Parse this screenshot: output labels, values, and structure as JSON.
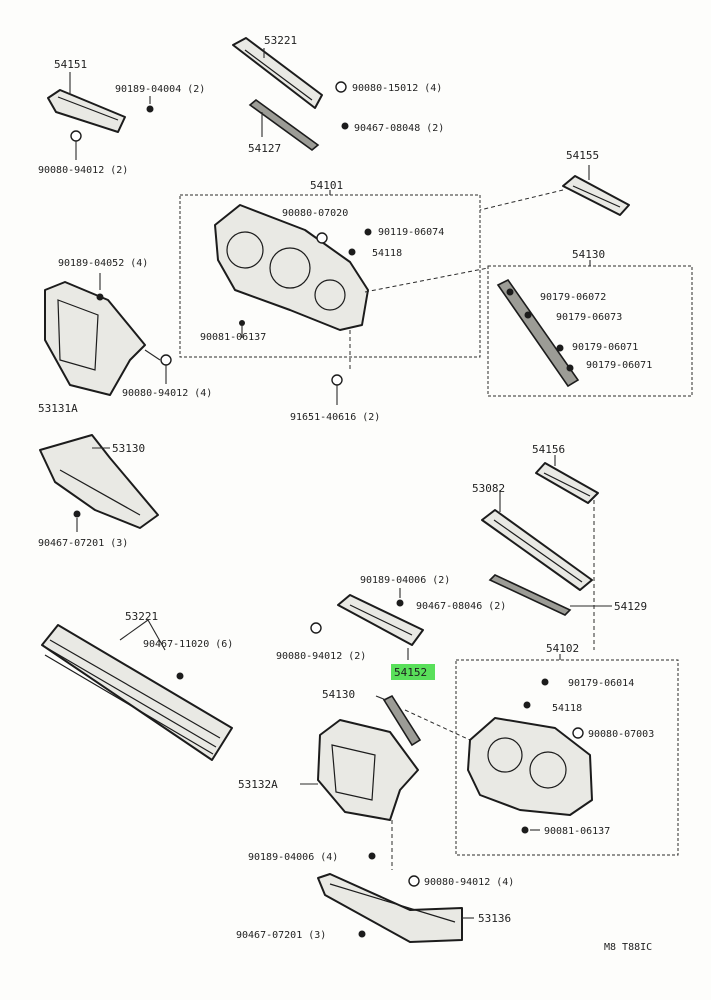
{
  "labels": {
    "p54151": "54151",
    "p90189_a": "90189-04004 (2)",
    "p90080_a": "90080-94012 (2)",
    "p53221": "53221",
    "p90080_b": "90080-15012 (4)",
    "p90467_a": "90467-08048 (2)",
    "p54127": "54127",
    "p54155": "54155",
    "p54101": "54101",
    "p90080_c": "90080-07020",
    "p90119": "90119-06074",
    "p54118_a": "54118",
    "p90189_b": "90189-04052 (4)",
    "p54130_a": "54130",
    "p90179_a": "90179-06072",
    "p90179_b": "90179-06073",
    "p90179_c": "90179-06071",
    "p90179_d": "90179-06071",
    "p90081": "90081-06137",
    "p90080_d": "90080-94012 (4)",
    "p53131A_a": "53131A",
    "p91651": "91651-40616 (2)",
    "p53130_a": "53130",
    "p90467_b": "90467-07201 (3)",
    "p54156": "54156",
    "p53082": "53082",
    "p90189_c": "90189-04006 (2)",
    "p90467_c": "90467-08046 (2)",
    "p54129": "54129",
    "p53221_b": "53221",
    "p90467_d": "90467-11020 (6)",
    "p90080_e": "90080-94012 (2)",
    "p54152": "54152",
    "p54102": "54102",
    "p54130_b": "54130",
    "p90179_e": "90179-06014",
    "p54118_b": "54118",
    "p90080_f": "90080-07003",
    "p53132A": "53132A",
    "p90081_b": "90081-06137",
    "p90189_d": "90189-04006 (4)",
    "p90080_g": "90080-94012 (4)",
    "p53136": "53136",
    "p90467_e": "90467-07201 (3)",
    "code": "M8 T88IC"
  },
  "colors": {
    "highlight": "#59e05a",
    "line": "#1c1c1c"
  }
}
